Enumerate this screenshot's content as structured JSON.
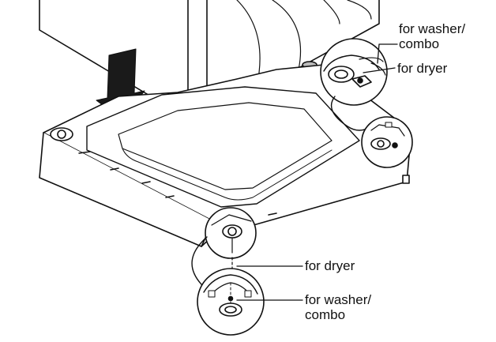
{
  "callouts": {
    "top": {
      "washer_line1": "for washer/",
      "washer_line2": "combo",
      "dryer": "for dryer"
    },
    "bottom": {
      "dryer": "for dryer",
      "washer_line1": "for washer/",
      "washer_line2": "combo"
    }
  },
  "icons": {
    "arrow": "down-arrow-icon"
  },
  "colors": {
    "line": "#111111",
    "background": "#ffffff",
    "arrow_fill": "#1a1a1a"
  }
}
